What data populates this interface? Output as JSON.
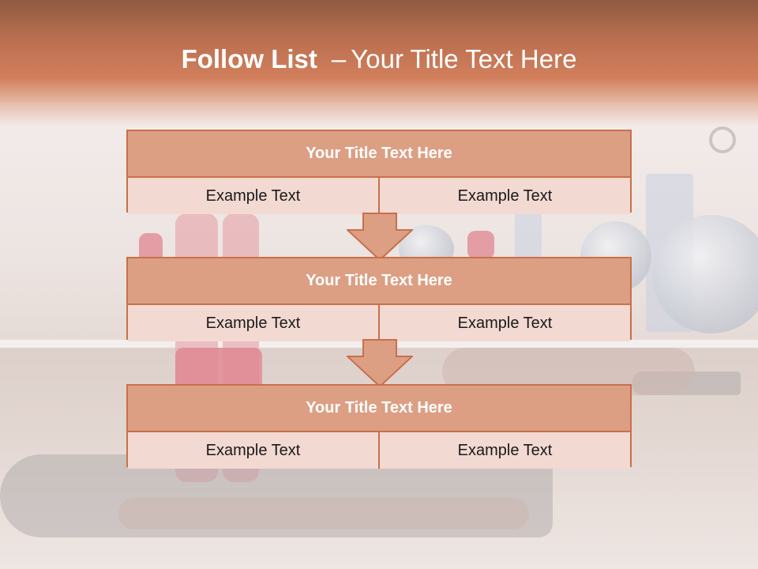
{
  "slide": {
    "title_bold": "Follow List",
    "title_separator": "–",
    "title_rest": "Your Title Text Here"
  },
  "flow": {
    "steps": [
      {
        "title": "Your Title Text Here",
        "left": "Example Text",
        "right": "Example Text"
      },
      {
        "title": "Your Title Text Here",
        "left": "Example Text",
        "right": "Example Text"
      },
      {
        "title": "Your Title Text Here",
        "left": "Example Text",
        "right": "Example Text"
      }
    ]
  },
  "colors": {
    "header_dark": "#8f5a40",
    "header_accent": "#d27f5c",
    "box_title_fill": "#dc9f84",
    "box_cell_fill": "#f2d9d1",
    "box_border": "#c8704a"
  },
  "icons": [
    "down-arrow-icon"
  ]
}
